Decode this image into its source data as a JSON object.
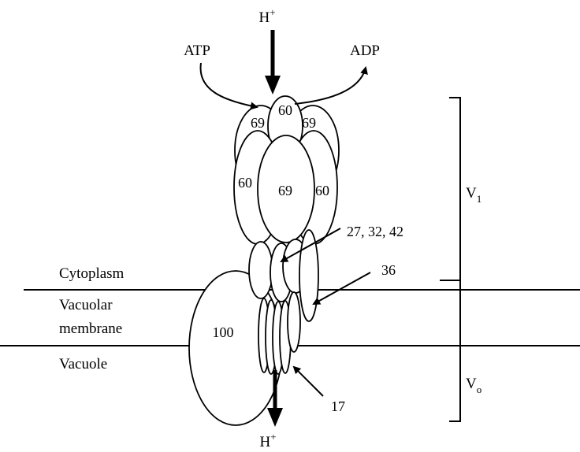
{
  "proton_top": {
    "text": "H",
    "superscript": "+"
  },
  "proton_bottom": {
    "text": "H",
    "superscript": "+"
  },
  "atp_label": "ATP",
  "adp_label": "ADP",
  "regions": {
    "cytoplasm": "Cytoplasm",
    "membrane_line1": "Vacuolar",
    "membrane_line2": "membrane",
    "vacuole": "Vacuole"
  },
  "subunits": {
    "v69_left": "69",
    "v69_right": "69",
    "v69_center": "69",
    "v60_top": "60",
    "v60_left": "60",
    "v60_right": "60",
    "v100": "100"
  },
  "callouts": {
    "stalk": "27, 32, 42",
    "c36": "36",
    "c17": "17"
  },
  "domains": {
    "v1": {
      "base": "V",
      "subscript": "1"
    },
    "vo": {
      "base": "V",
      "subscript": "o"
    }
  }
}
